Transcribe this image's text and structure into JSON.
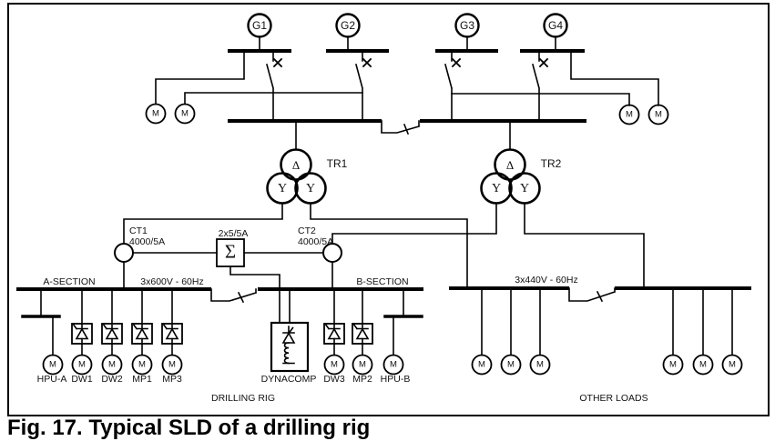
{
  "generators": [
    {
      "label": "G1"
    },
    {
      "label": "G2"
    },
    {
      "label": "G3"
    },
    {
      "label": "G4"
    }
  ],
  "transformers": [
    {
      "name": "TR1",
      "primary_winding": "Δ",
      "secondary_winding_1": "Y",
      "secondary_winding_2": "Y"
    },
    {
      "name": "TR2",
      "primary_winding": "Δ",
      "secondary_winding_1": "Y",
      "secondary_winding_2": "Y"
    }
  ],
  "current_transformers": [
    {
      "name": "CT1",
      "ratio": "4000/5A"
    },
    {
      "name": "CT2",
      "ratio": "4000/5A"
    }
  ],
  "summation_ct": {
    "symbol": "Σ",
    "ratio": "2x5/5A"
  },
  "buses": {
    "a_section": "A-SECTION",
    "b_section": "B-SECTION",
    "voltage_600": "3x600V - 60Hz",
    "voltage_440": "3x440V - 60Hz"
  },
  "loads": {
    "motor": "M",
    "hpu_a": "HPU-A",
    "dw1": "DW1",
    "dw2": "DW2",
    "mp1": "MP1",
    "mp3": "MP3",
    "dynacomp": "DYNACOMP",
    "dw3": "DW3",
    "mp2": "MP2",
    "hpu_b": "HPU-B"
  },
  "areas": {
    "drilling_rig": "DRILLING RIG",
    "other_loads": "OTHER LOADS"
  },
  "caption": "Fig. 17. Typical SLD of a drilling rig"
}
